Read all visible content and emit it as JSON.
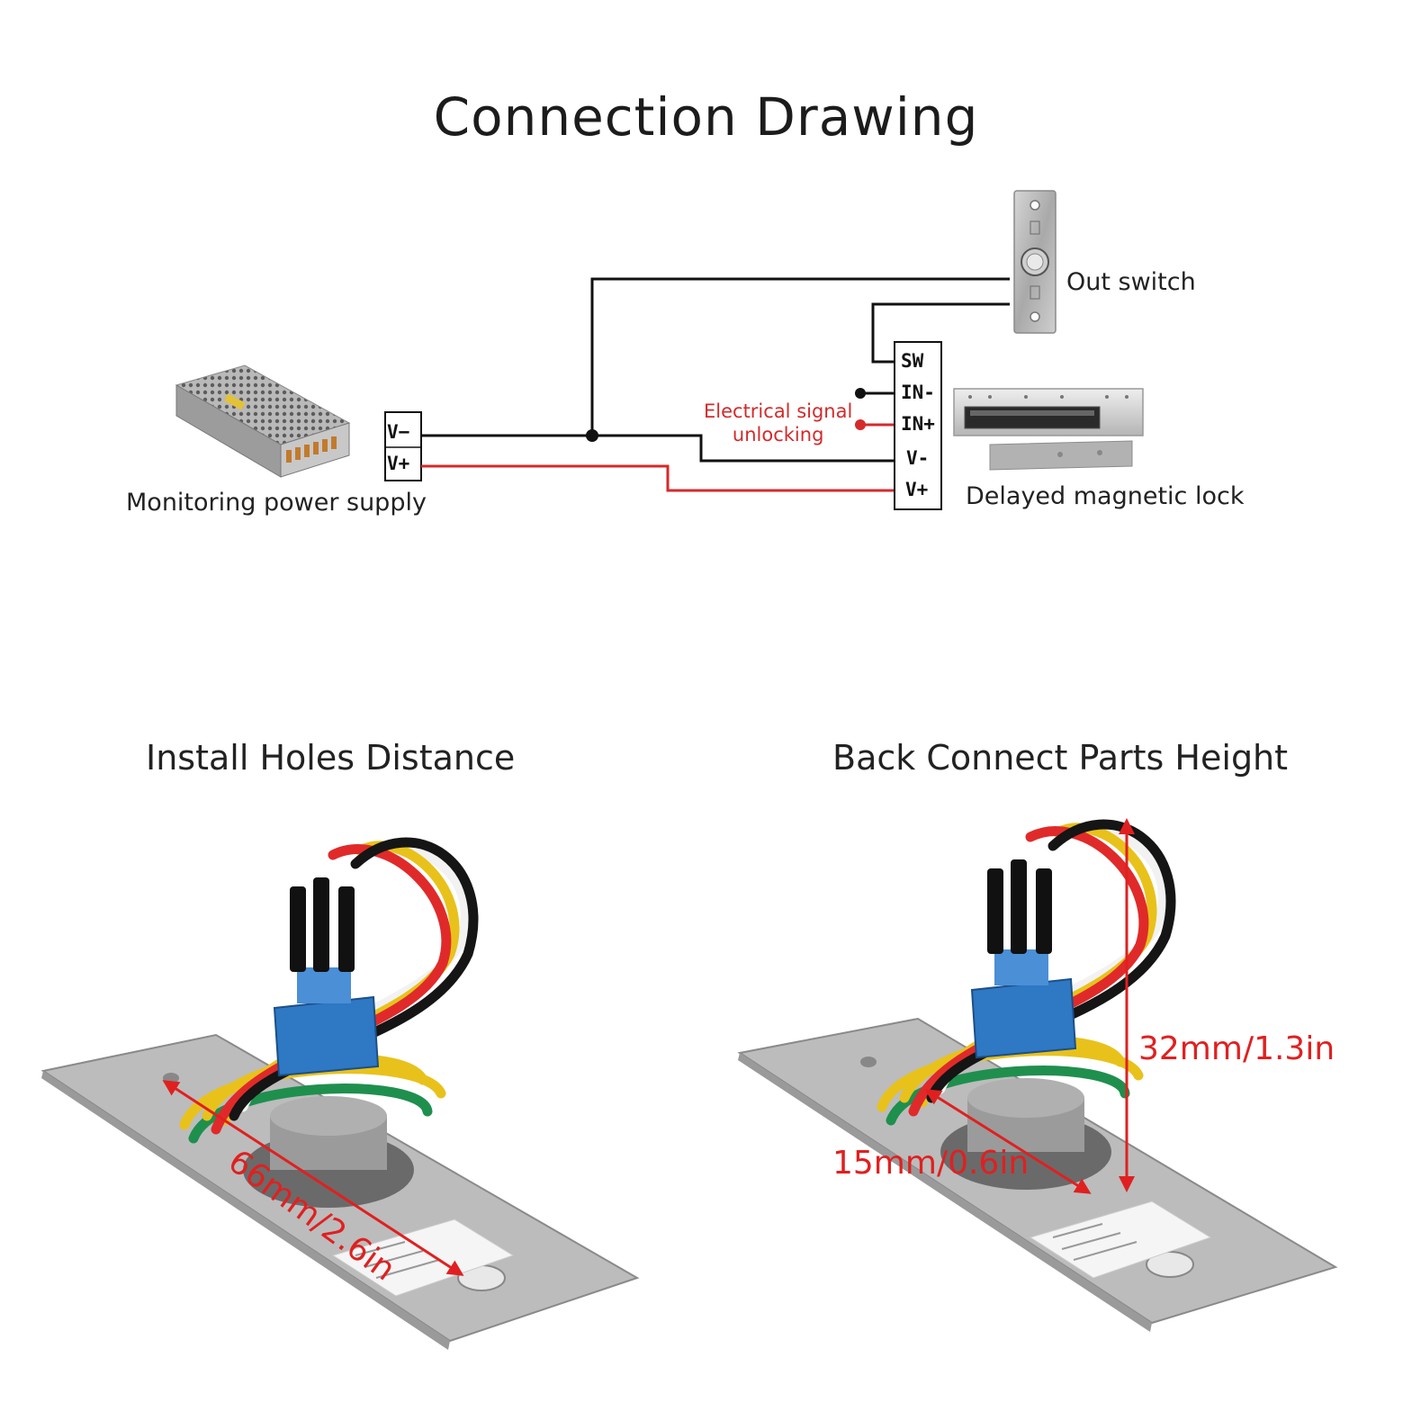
{
  "diagram": {
    "title": "Connection Drawing",
    "power_supply_label": "Monitoring power supply",
    "out_switch_label": "Out switch",
    "magnetic_lock_label": "Delayed magnetic lock",
    "signal_label_line1": "Electrical signal",
    "signal_label_line2": "unlocking",
    "psu_terminals": [
      "V−",
      "V+"
    ],
    "lock_terminals": [
      "SW",
      "IN-",
      "IN+",
      "V-",
      "V+"
    ]
  },
  "install": {
    "title": "Install Holes Distance",
    "dimension": "66mm/2.6in"
  },
  "back": {
    "title": "Back Connect Parts Height",
    "height_dimension": "32mm/1.3in",
    "depth_dimension": "15mm/0.6in"
  },
  "colors": {
    "wire_black": "#111111",
    "wire_red": "#d42a2a",
    "dimension_red": "#e02020",
    "plate": "#b8b8b8",
    "switch_blue": "#2e78c4"
  }
}
